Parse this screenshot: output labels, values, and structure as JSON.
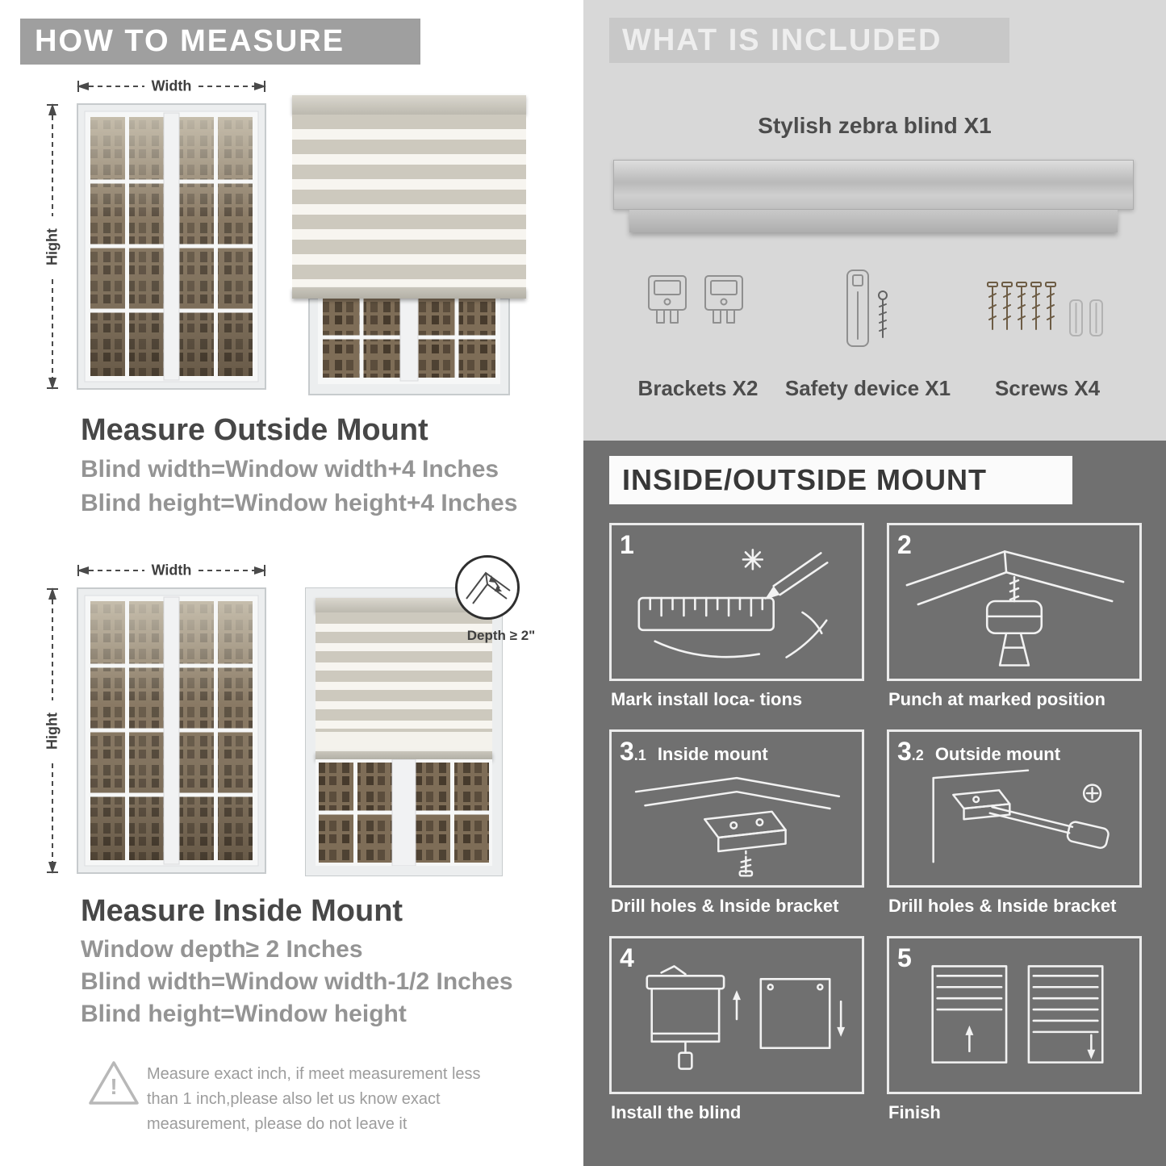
{
  "colors": {
    "banner_gray": "#9f9f9f",
    "heading_dark": "#474747",
    "body_gray": "#949494",
    "panel_light": "#d8d8d8",
    "panel_dark": "#707070",
    "line_art_white": "#f2f2f2",
    "blind_stripe": "#cdc9be"
  },
  "left": {
    "header": "HOW TO MEASURE",
    "outside": {
      "width_label": "Width",
      "height_label": "Hight",
      "title": "Measure Outside Mount",
      "line1": "Blind width=Window width+4 Inches",
      "line2": "Blind height=Window height+4 Inches"
    },
    "inside": {
      "width_label": "Width",
      "height_label": "Hight",
      "depth_label": "Depth ≥ 2\"",
      "title": "Measure Inside Mount",
      "line1": "Window depth≥ 2 Inches",
      "line2": "Blind width=Window width-1/2 Inches",
      "line3": "Blind height=Window height"
    },
    "warning": {
      "mark": "!",
      "text": "Measure exact inch, if meet measurement less than 1 inch,please also let us know exact measurement, please do not leave it"
    }
  },
  "right": {
    "included": {
      "header": "WHAT IS INCLUDED",
      "product": "Stylish zebra blind X1",
      "items": [
        {
          "label": "Brackets X2"
        },
        {
          "label": "Safety device X1"
        },
        {
          "label": "Screws X4"
        }
      ]
    },
    "mount": {
      "header": "INSIDE/OUTSIDE MOUNT",
      "steps": [
        {
          "num": "1",
          "sub": "",
          "title": "",
          "caption": "Mark install loca- tions"
        },
        {
          "num": "2",
          "sub": "",
          "title": "",
          "caption": "Punch at  marked position"
        },
        {
          "num": "3",
          "sub": ".1",
          "title": "Inside mount",
          "caption": "Drill holes &  Inside bracket"
        },
        {
          "num": "3",
          "sub": ".2",
          "title": "Outside mount",
          "caption": "Drill holes &  Inside bracket"
        },
        {
          "num": "4",
          "sub": "",
          "title": "",
          "caption": "Install the blind"
        },
        {
          "num": "5",
          "sub": "",
          "title": "",
          "caption": "Finish"
        }
      ]
    }
  }
}
